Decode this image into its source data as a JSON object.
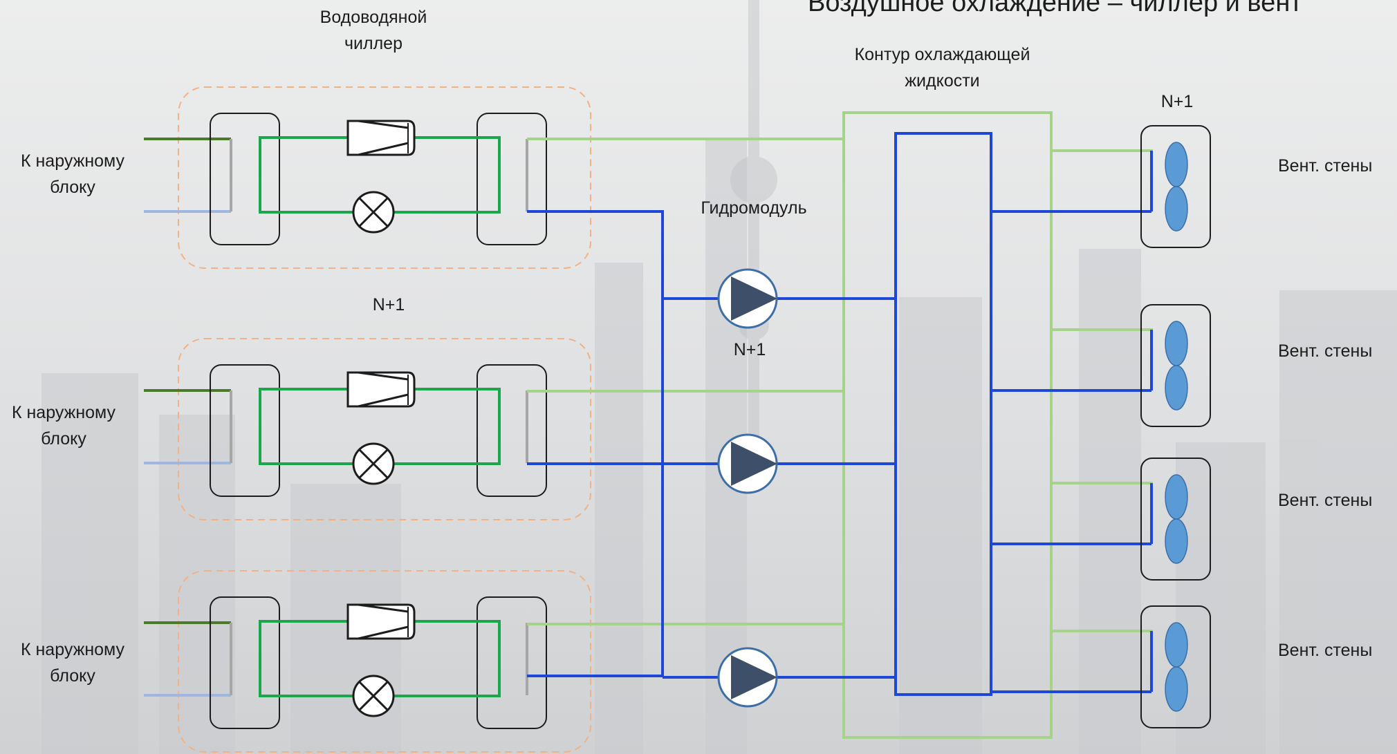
{
  "title": "Воздушное охлаждение – чиллер и вент",
  "labels": {
    "chiller": "Водоводяной\nчиллер",
    "coolant_loop": "Контур охлаждающей\nжидкости",
    "hydromodule": "Гидромодуль",
    "redundancy_chillers": "N+1",
    "redundancy_pumps": "N+1",
    "redundancy_fans": "N+1"
  },
  "chiller_units": [
    {
      "outdoor_label": "К наружному\nблоку"
    },
    {
      "outdoor_label": "К наружному\nблоку"
    },
    {
      "outdoor_label": "К наружному\nблоку"
    }
  ],
  "fan_walls": [
    {
      "label": "Вент. стены"
    },
    {
      "label": "Вент. стены"
    },
    {
      "label": "Вент. стены"
    },
    {
      "label": "Вент. стены"
    }
  ],
  "pumps": [
    {},
    {},
    {}
  ],
  "colors": {
    "supply_line": "#a6d38a",
    "return_line": "#1f47d6",
    "refrigerant_loop": "#1aa64a",
    "outdoor_supply": "#4b7a2a",
    "outdoor_return": "#9fb6e0",
    "pump_fill": "#3e4f69",
    "pump_ring": "#3d6fa6",
    "fan_blade": "#5b9bd5",
    "chiller_frame": "#f4b183"
  }
}
